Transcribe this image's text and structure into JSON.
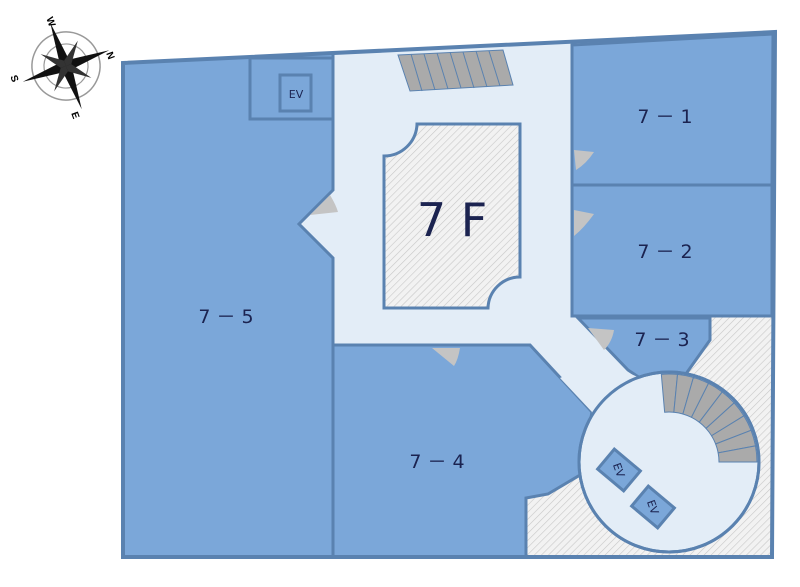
{
  "floor": {
    "title": "7 F"
  },
  "rooms": [
    {
      "id": "7-1",
      "label": "7 － 1"
    },
    {
      "id": "7-2",
      "label": "7 － 2"
    },
    {
      "id": "7-3",
      "label": "7 － 3"
    },
    {
      "id": "7-4",
      "label": "7 － 4"
    },
    {
      "id": "7-5",
      "label": "7 － 5"
    }
  ],
  "elevators": {
    "top_left": "EV",
    "circle_1": "EV",
    "circle_2": "EV"
  },
  "compass": {
    "n": "N",
    "s": "S",
    "e": "E",
    "w": "W"
  },
  "colors": {
    "room": "#7ba7d9",
    "corridor": "#e3edf7",
    "wall": "#5a82b0",
    "text": "#1b2350"
  }
}
